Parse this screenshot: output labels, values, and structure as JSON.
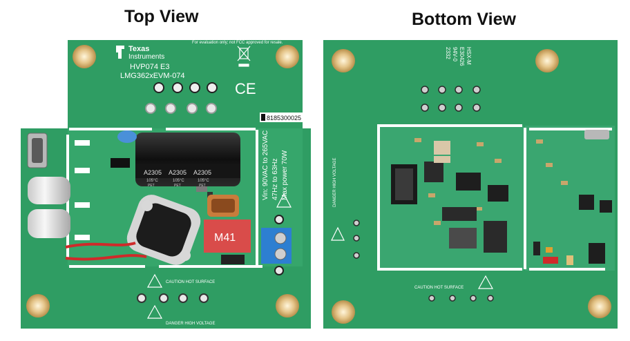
{
  "titles": {
    "top_view": "Top View",
    "bottom_view": "Bottom View"
  },
  "top_board": {
    "brand_line1": "Texas",
    "brand_line2": "Instruments",
    "model_1": "HVP074 E3",
    "model_2": "LMG362xEVM-074",
    "eval_note": "For evaluation only; not FCC approved for resale.",
    "ce_mark": "CE",
    "serial": "8185300025",
    "spec_line1": "Vin: 90VAC to 265VAC",
    "spec_line2": "47Hz to 63Hz",
    "spec_line3": "Max power 70W",
    "capacitor_text": "A2305",
    "capacitor_temp": "105°C",
    "capacitor_pet": "PET",
    "chip_label": "M41",
    "caution_text": "CAUTION HOT SURFACE",
    "danger_text": "DANGER HIGH VOLTAGE"
  },
  "bottom_board": {
    "silk_1": "HSX-M",
    "silk_2": "E30426",
    "silk_3": "94V-0",
    "silk_4": "2332",
    "caution_text": "CAUTION HOT SURFACE",
    "danger_text": "DANGER HIGH VOLTAGE"
  },
  "colors": {
    "pcb_green": "#2f9d63",
    "pcb_dark": "#1f7a47",
    "silkscreen": "#ffffff",
    "capacitor": "#1b1b1b",
    "transformer": "#c44b3b",
    "terminal_block": "#2d7fd1",
    "standoff_gold": "#d8b56a"
  }
}
